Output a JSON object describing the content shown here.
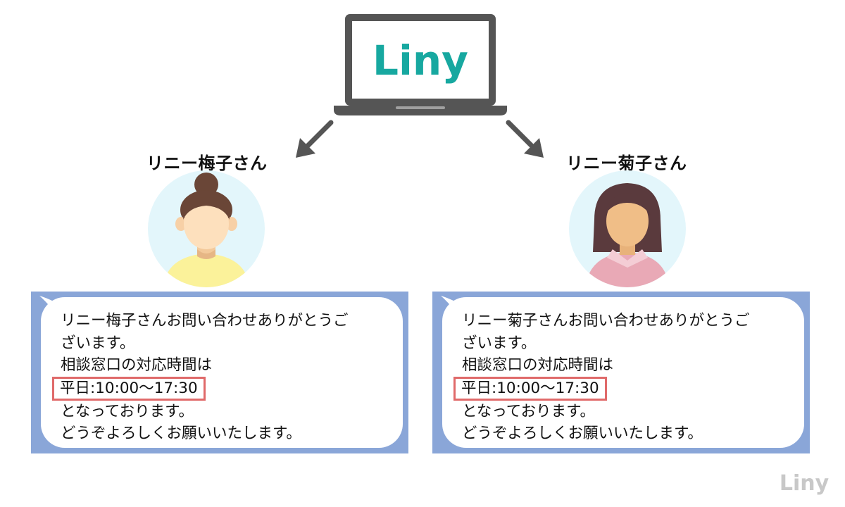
{
  "laptop": {
    "brand": "Liny",
    "brand_color": "#17a8a0"
  },
  "people": [
    {
      "name": "リニー梅子さん",
      "shirt_color": "#fbf29a",
      "message_lines": [
        "リニー梅子さんお問い合わせありがとうご",
        "ざいます。",
        "相談窓口の対応時間は",
        "平日:10:00～17:30",
        "となっております。",
        "どうぞよろしくお願いいたします。"
      ]
    },
    {
      "name": "リニー菊子さん",
      "shirt_color": "#e9a9b6",
      "message_lines": [
        "リニー菊子さんお問い合わせありがとうご",
        "ざいます。",
        "相談窓口の対応時間は",
        "平日:10:00～17:30",
        "となっております。",
        "どうぞよろしくお願いいたします。"
      ]
    }
  ],
  "highlight_color": "#e06a6a",
  "chat_frame_color": "#8aa6d8",
  "watermark": "Liny"
}
